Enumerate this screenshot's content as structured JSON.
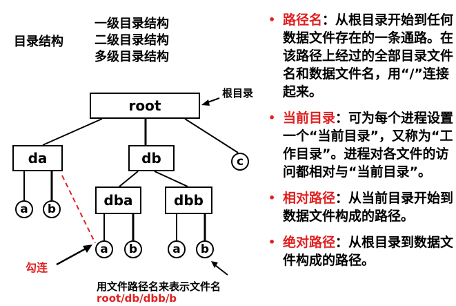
{
  "diagram": {
    "title": "目录结构",
    "levels": [
      "一级目录结构",
      "二级目录结构",
      "多级目录结构"
    ],
    "root_label": "root",
    "root_annotation": "根目录",
    "nodes": {
      "da": "da",
      "db": "db",
      "c": "c",
      "dba": "dba",
      "dbb": "dbb",
      "da_a": "a",
      "da_b": "b",
      "dba_a": "a",
      "dba_b": "b",
      "dbb_a": "a",
      "dbb_b": "b"
    },
    "link_label": "勾连",
    "caption_line1": "用文件路径名来表示文件名",
    "caption_line2": "root/db/dbb/b",
    "colors": {
      "accent": "#e02020",
      "line": "#000000"
    }
  },
  "bullets": [
    {
      "term": "路径名",
      "text": "：从根目录开始到任何数据文件存在的一条通路。在该路径上经过的全部目录文件名和数据文件名，用“/”连接起来。"
    },
    {
      "term": "当前目录",
      "text": "：可为每个进程设置一个“当前目录”，又称为“工作目录”。进程对各文件的访问都相对与“当前目录”。"
    },
    {
      "term": "相对路径",
      "text": "：从当前目录开始到数据文件构成的路径。"
    },
    {
      "term": "绝对路径",
      "text": "：从根目录到数据文件构成的路径。"
    }
  ],
  "bullet_glyph": "•"
}
